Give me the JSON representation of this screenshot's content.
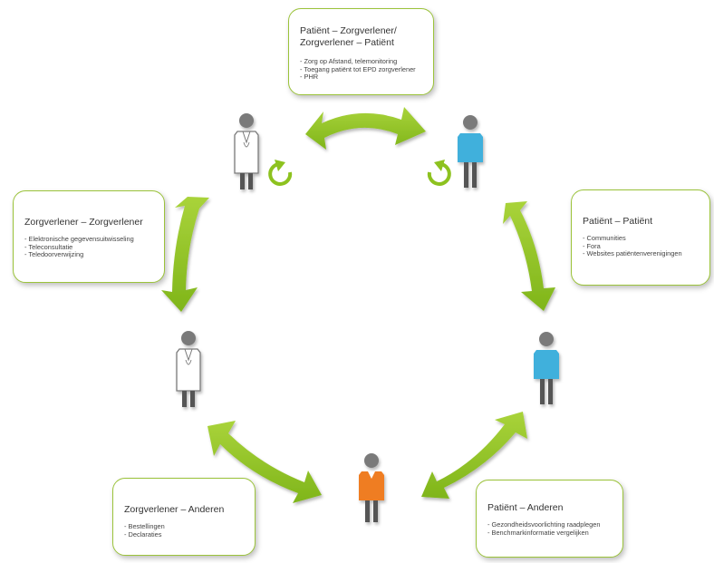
{
  "boxes": {
    "top": {
      "title": "Patiënt – Zorgverlener/\nZorgverlener – Patiënt",
      "items": [
        "Zorg op Afstand, telemonitoring",
        "Toegang patiënt tot EPD zorgverlener",
        "PHR"
      ]
    },
    "left": {
      "title": "Zorgverlener – Zorgverlener",
      "items": [
        "Elektronische gegevensuitwisseling",
        "Teleconsultatie",
        "Teledoorverwijzing"
      ]
    },
    "right": {
      "title": "Patiënt – Patiënt",
      "items": [
        "Communities",
        "Fora",
        "Websites patiëntenverenigingen"
      ]
    },
    "bottom_left": {
      "title": "Zorgverlener – Anderen",
      "items": [
        "Bestellingen",
        "Declaraties"
      ]
    },
    "bottom_right": {
      "title": "Patiënt – Anderen",
      "items": [
        "Gezondheidsvoorlichting raadplegen",
        "Benchmarkinformatie vergelijken"
      ]
    }
  },
  "figures": [
    {
      "role": "doctor-icon",
      "color": "#ffffff"
    },
    {
      "role": "patient-icon",
      "color": "#3fb0dc"
    },
    {
      "role": "doctor-icon",
      "color": "#ffffff"
    },
    {
      "role": "patient-icon",
      "color": "#3fb0dc"
    },
    {
      "role": "other-person-icon",
      "color": "#ef7d22"
    }
  ],
  "colors": {
    "arrow": "#8dc21f",
    "box_border": "#9bc33a",
    "patient": "#3fb0dc",
    "other": "#ef7d22",
    "legs": "#555555"
  }
}
